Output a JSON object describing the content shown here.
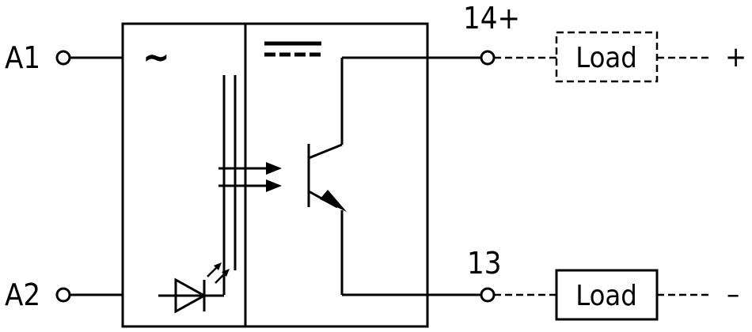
{
  "terminals": {
    "a1": "A1",
    "a2": "A2",
    "t14": "14+",
    "t13": "13"
  },
  "symbols": {
    "ac": "~",
    "plus": "+",
    "minus": "–"
  },
  "loads": {
    "top": "Load",
    "bottom": "Load"
  },
  "colors": {
    "ink": "#000000",
    "background": "#ffffff"
  }
}
